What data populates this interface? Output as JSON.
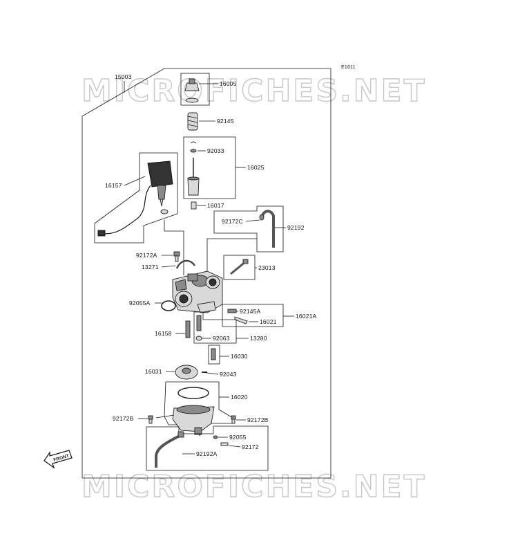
{
  "diagram": {
    "code": "E1611",
    "watermark": "MICROFICHES.NET",
    "front_label": "FRONT",
    "parts": {
      "p15003": "15003",
      "p16005": "16005",
      "p92145": "92145",
      "p92033": "92033",
      "p16025": "16025",
      "p16157": "16157",
      "p16017": "16017",
      "p92172C": "92172C",
      "p92192": "92192",
      "p92172A": "92172A",
      "p13271": "13271",
      "p23013": "23013",
      "p92055A": "92055A",
      "p92145A": "92145A",
      "p16021": "16021",
      "p16021A": "16021A",
      "p16158": "16158",
      "p92063": "92063",
      "p13280": "13280",
      "p16030": "16030",
      "p16031": "16031",
      "p92043": "92043",
      "p16020": "16020",
      "p92172B_l": "92172B",
      "p92172B_r": "92172B",
      "p92055": "92055",
      "p92172": "92172",
      "p92192A": "92192A"
    }
  }
}
